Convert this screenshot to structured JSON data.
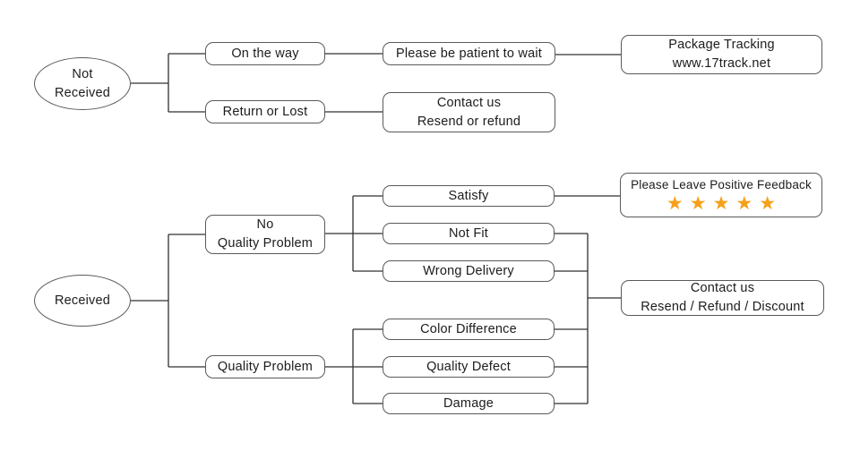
{
  "diagram": {
    "title_semantic": "Order issue resolution flowchart",
    "colors": {
      "background": "#ffffff",
      "box_border": "#595959",
      "connector": "#303030",
      "text": "#1c1c1c",
      "star": "#f5a11b"
    },
    "nodes": {
      "not_received": "Not\nReceived",
      "on_the_way": "On the way",
      "return_or_lost": "Return or Lost",
      "please_be_patient": "Please be patient to wait",
      "package_tracking": "Package Tracking\nwww.17track.net",
      "contact_resend_refund": "Contact us\nResend or refund",
      "received": "Received",
      "no_quality_problem": "No\nQuality Problem",
      "quality_problem": "Quality Problem",
      "satisfy": "Satisfy",
      "not_fit": "Not Fit",
      "wrong_delivery": "Wrong Delivery",
      "color_difference": "Color Difference",
      "quality_defect": "Quality Defect",
      "damage": "Damage",
      "feedback_title": "Please Leave Positive Feedback",
      "feedback_stars": "★★★★★",
      "feedback_star_count": 5,
      "contact_resend_refund_discount": "Contact us\nResend / Refund / Discount"
    }
  }
}
